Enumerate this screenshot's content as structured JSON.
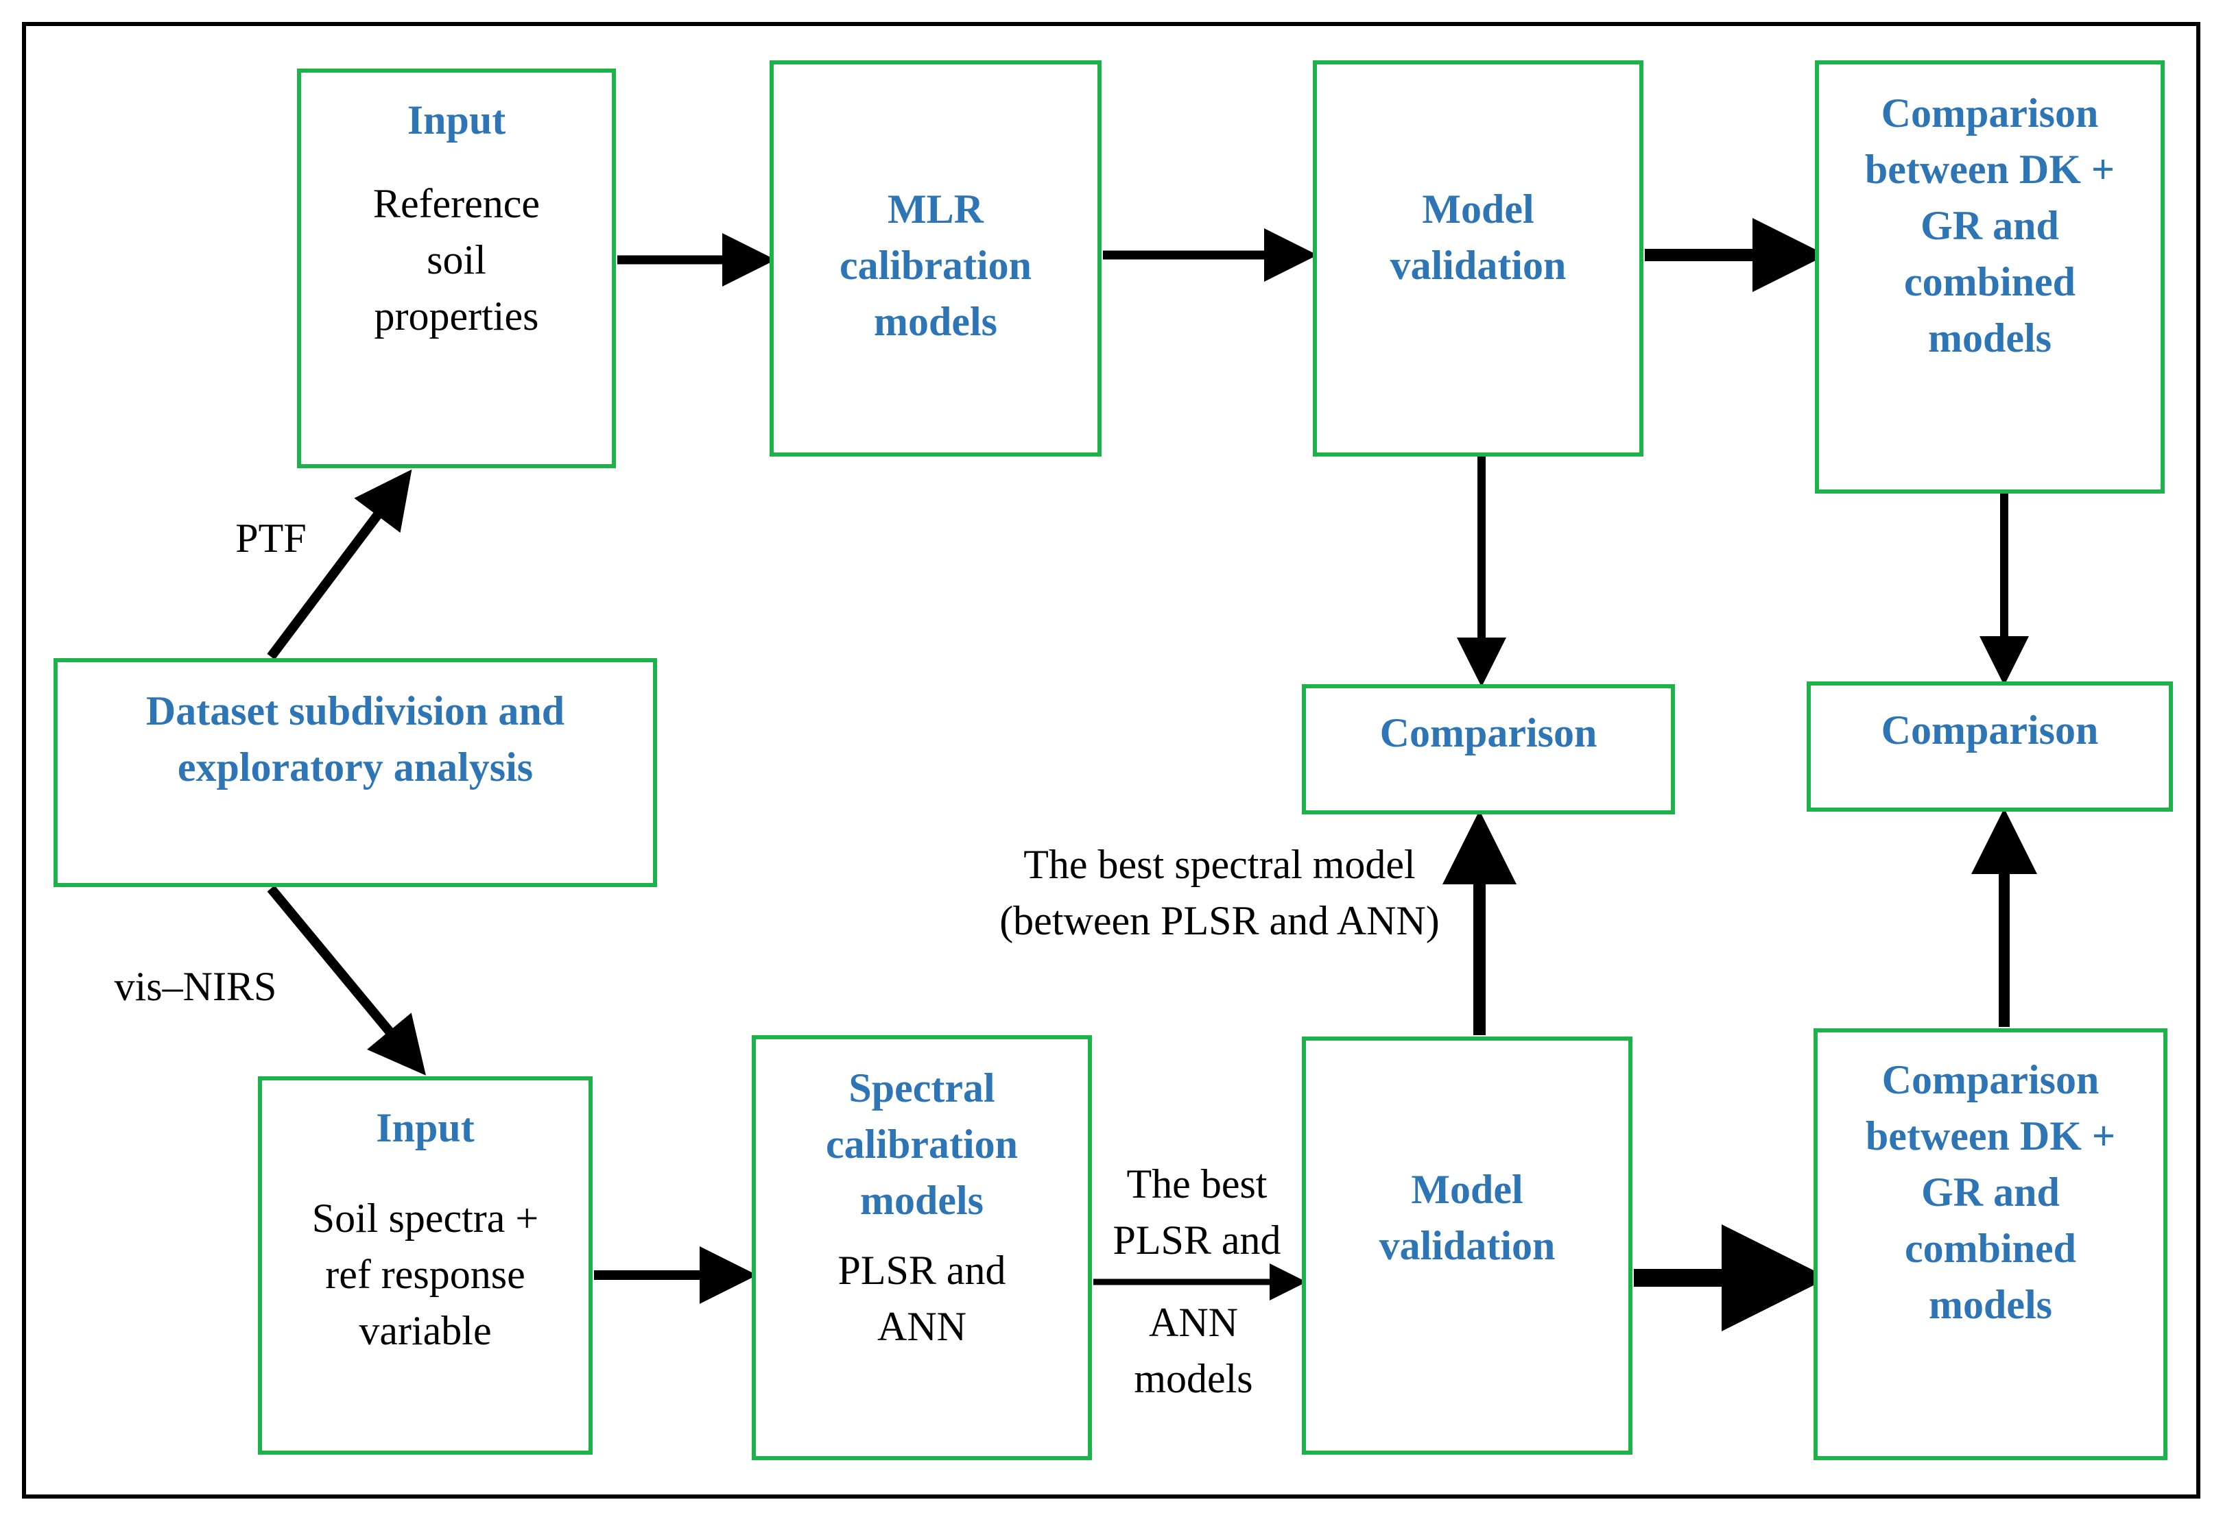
{
  "colors": {
    "box_border": "#1db34a",
    "heading": "#2e75b6",
    "frame": "#000000",
    "arrow": "#000000"
  },
  "boxes": {
    "input_top": {
      "heading": "Input",
      "body": "Reference\nsoil\nproperties"
    },
    "mlr": {
      "heading": "MLR\ncalibration\nmodels"
    },
    "validation_top": {
      "heading": "Model\nvalidation"
    },
    "comparison_models_top": {
      "heading": "Comparison\nbetween DK +\nGR and\ncombined\nmodels"
    },
    "dataset": {
      "heading": "Dataset subdivision and\nexploratory analysis"
    },
    "comparison_mid": {
      "heading": "Comparison"
    },
    "comparison_right": {
      "heading": "Comparison"
    },
    "input_bottom": {
      "heading": "Input",
      "body": "Soil spectra +\nref response\nvariable"
    },
    "spectral": {
      "heading": "Spectral\ncalibration\nmodels",
      "body": "PLSR and\nANN"
    },
    "validation_bottom": {
      "heading": "Model\nvalidation"
    },
    "comparison_models_bottom": {
      "heading": "Comparison\nbetween DK +\nGR and\ncombined\nmodels"
    }
  },
  "labels": {
    "ptf": "PTF",
    "vis_nirs": "vis–NIRS",
    "best_spectral": "The best spectral model\n(between PLSR and ANN)",
    "best_plsr_top": "The best\nPLSR and",
    "best_plsr_bottom": "ANN\nmodels"
  }
}
